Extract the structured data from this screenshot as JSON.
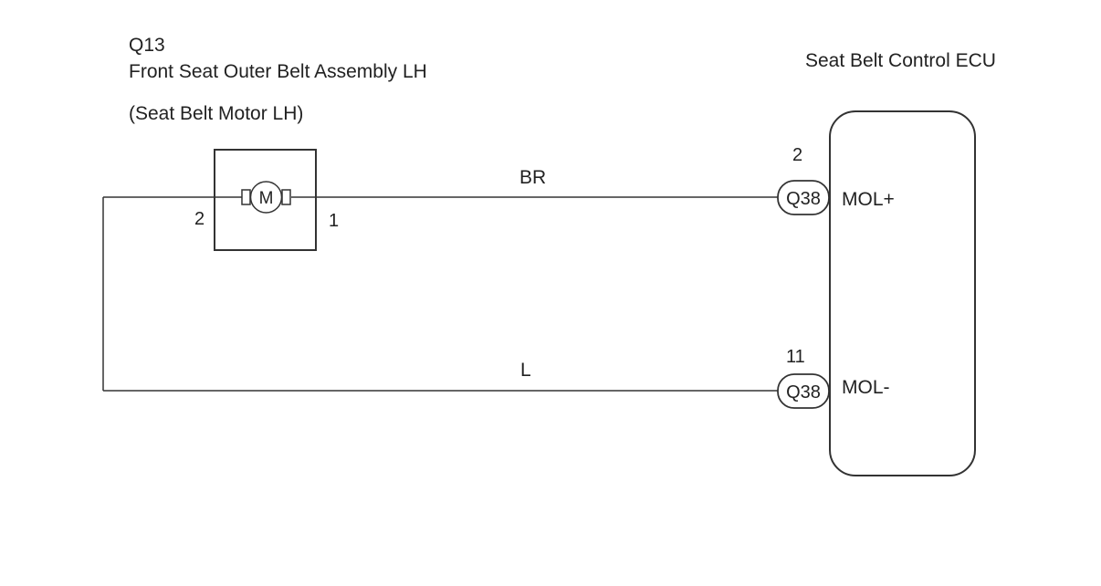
{
  "component_q13": {
    "id": "Q13",
    "name": "Front Seat Outer Belt Assembly LH",
    "subname": "(Seat Belt Motor LH)",
    "motor_symbol": "M",
    "pin_left": "2",
    "pin_right": "1"
  },
  "ecu": {
    "name": "Seat Belt Control ECU",
    "terminals": [
      {
        "pin": "2",
        "connector": "Q38",
        "signal": "MOL+"
      },
      {
        "pin": "11",
        "connector": "Q38",
        "signal": "MOL-"
      }
    ]
  },
  "wires": [
    {
      "color_code": "BR"
    },
    {
      "color_code": "L"
    }
  ]
}
